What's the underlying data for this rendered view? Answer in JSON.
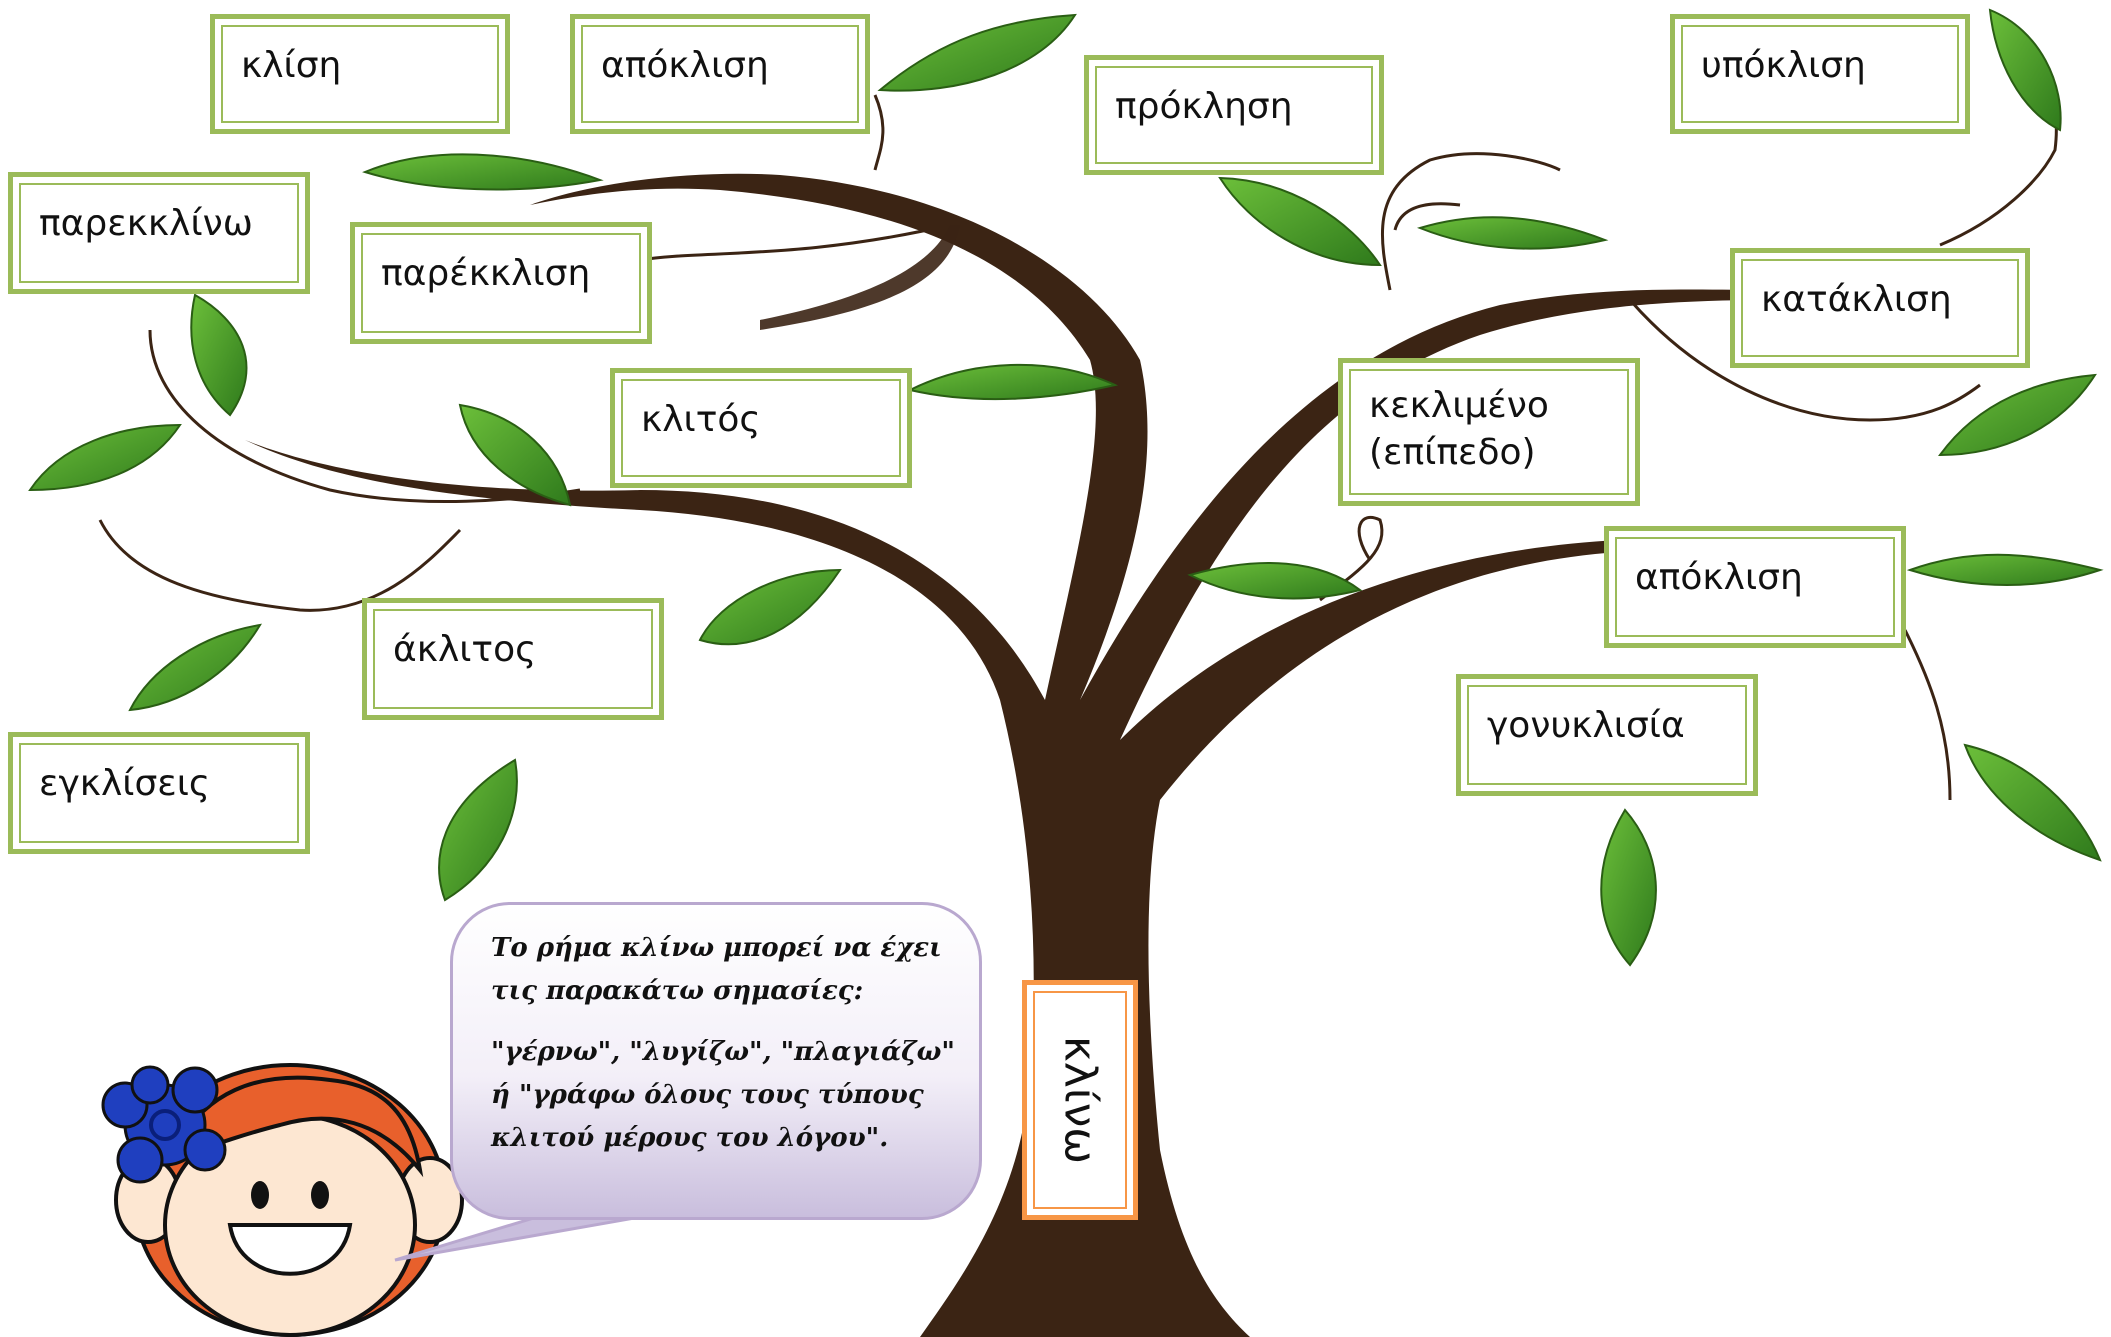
{
  "root_word": "κλίνω",
  "words": [
    "κλίση",
    "απόκλιση",
    "πρόκληση",
    "υπόκλιση",
    "παρεκκλίνω",
    "παρέκκλιση",
    "κατάκλιση",
    "κλιτός",
    "κεκλιμένο",
    "(επίπεδο)",
    "απόκλιση",
    "άκλιτος",
    "γονυκλισία",
    "εγκλίσεις"
  ],
  "speech_bubble": {
    "line1": "Το ρήμα κλίνω μπορεί να έχει τις παρακάτω σημασίες:",
    "line2": "\"γέρνω\", \"λυγίζω\", \"πλαγιάζω\" ή \"γράφω όλους τους τύπους κλιτού μέρους του λόγου\"."
  },
  "colors": {
    "trunk": "#3b2414",
    "leaf": "#4c9a2a",
    "leaf_dark": "#2f6b18",
    "box_border": "#9bbb59",
    "root_box_border": "#f79646",
    "hair": "#e8602c",
    "flower": "#1f3fbf"
  },
  "icons": [
    "leaf-icon",
    "girl-character-icon",
    "flower-icon"
  ]
}
